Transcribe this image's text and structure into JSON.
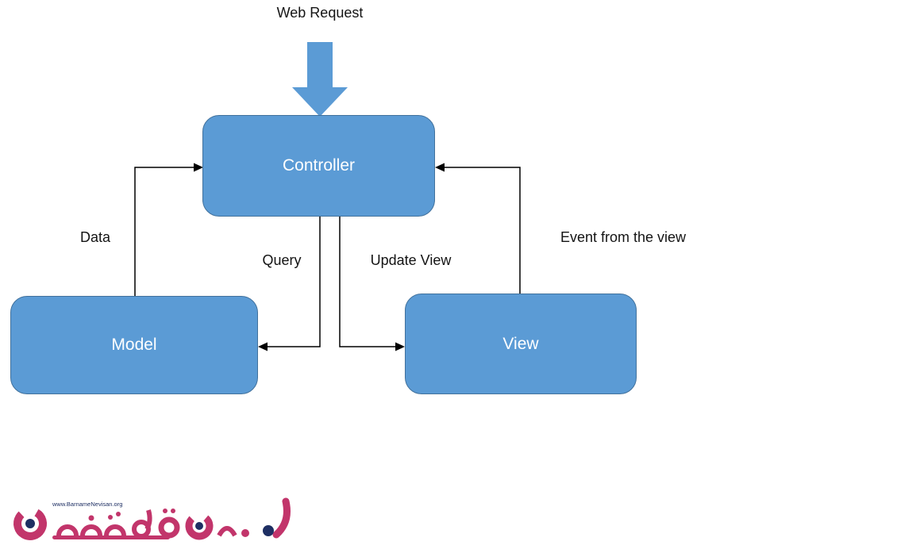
{
  "diagram": {
    "title": "Web Request",
    "nodes": {
      "controller": {
        "label": "Controller"
      },
      "model": {
        "label": "Model"
      },
      "view": {
        "label": "View"
      }
    },
    "edges": {
      "data": {
        "label": "Data",
        "from": "model",
        "to": "controller"
      },
      "query": {
        "label": "Query",
        "from": "controller",
        "to": "model"
      },
      "update_view": {
        "label": "Update View",
        "from": "controller",
        "to": "view"
      },
      "event": {
        "label": "Event from the view",
        "from": "view",
        "to": "controller"
      }
    },
    "colors": {
      "node_fill": "#5B9BD5",
      "node_border": "#41719C",
      "block_arrow_fill": "#5B9BD5",
      "connector_stroke": "#000000",
      "node_text": "#FFFFFF",
      "label_text": "#141414"
    }
  },
  "logo": {
    "url_text": "www.BarnameNevisan.org",
    "brand_magenta": "#C2356B",
    "brand_navy": "#1E2F63"
  }
}
